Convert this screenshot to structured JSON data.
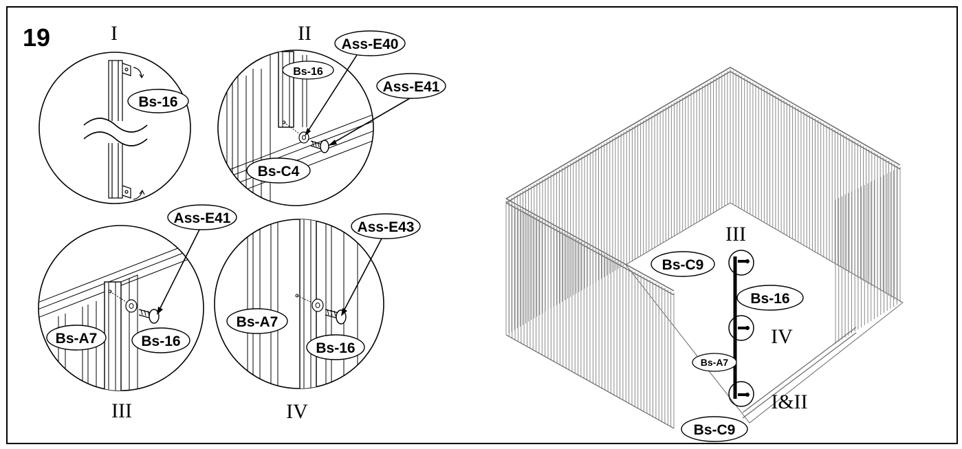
{
  "step": {
    "number": "19"
  },
  "detail_I": {
    "title": "I",
    "labels": {
      "part": "Bs-16"
    }
  },
  "detail_II": {
    "title": "II",
    "labels": {
      "washer": "Ass-E40",
      "screw": "Ass-E41",
      "bracket": "Bs-16",
      "base": "Bs-C4"
    }
  },
  "detail_III": {
    "title": "III",
    "labels": {
      "screw": "Ass-E41",
      "wall": "Bs-A7",
      "bracket": "Bs-16"
    }
  },
  "detail_IV": {
    "title": "IV",
    "labels": {
      "screw": "Ass-E43",
      "wall": "Bs-A7",
      "bracket": "Bs-16"
    }
  },
  "overview": {
    "callouts": {
      "top": "III",
      "middle": "IV",
      "bottom": "I&II"
    },
    "labels": {
      "base_top": "Bs-C9",
      "bracket": "Bs-16",
      "wall": "Bs-A7",
      "base_bottom": "Bs-C9"
    }
  }
}
